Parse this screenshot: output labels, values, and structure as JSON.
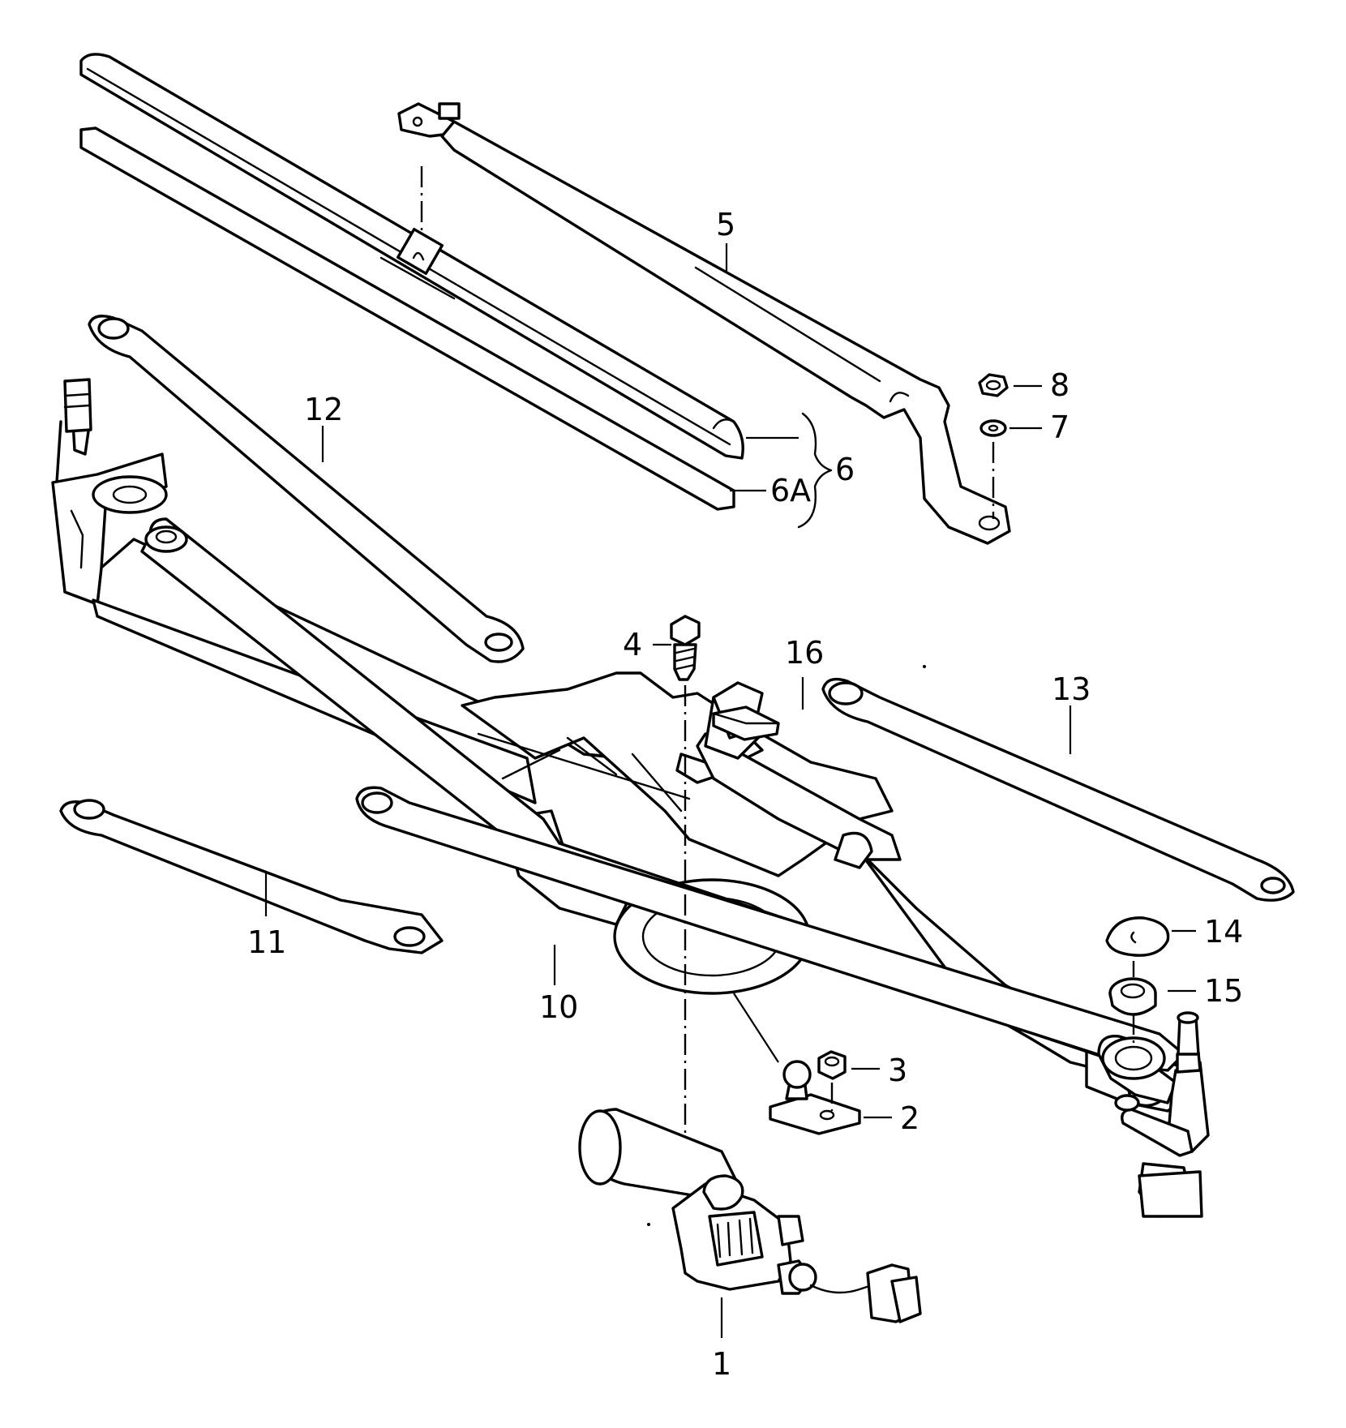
{
  "callouts": [
    {
      "id": "1",
      "text": "1"
    },
    {
      "id": "2",
      "text": "2"
    },
    {
      "id": "3",
      "text": "3"
    },
    {
      "id": "4",
      "text": "4"
    },
    {
      "id": "5",
      "text": "5"
    },
    {
      "id": "6",
      "text": "6"
    },
    {
      "id": "6A",
      "text": "6A"
    },
    {
      "id": "7",
      "text": "7"
    },
    {
      "id": "8",
      "text": "8"
    },
    {
      "id": "10",
      "text": "10"
    },
    {
      "id": "11",
      "text": "11"
    },
    {
      "id": "12",
      "text": "12"
    },
    {
      "id": "13",
      "text": "13"
    },
    {
      "id": "14",
      "text": "14"
    },
    {
      "id": "15",
      "text": "15"
    },
    {
      "id": "16",
      "text": "16"
    }
  ],
  "colors": {
    "line": "#000000",
    "background": "#ffffff"
  }
}
